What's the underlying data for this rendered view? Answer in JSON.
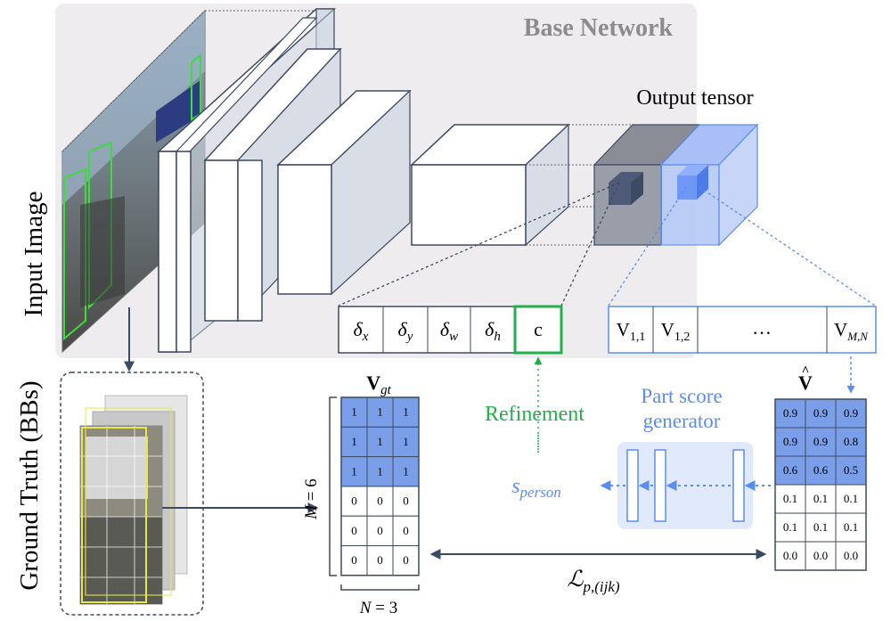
{
  "base_network": {
    "title": "Base Network"
  },
  "output_tensor": {
    "label": "Output tensor"
  },
  "input_image": {
    "label": "Input Image"
  },
  "ground_truth": {
    "label": "Ground Truth (BBs)"
  },
  "box_vector": {
    "delta_sym": "δ",
    "subs": [
      "x",
      "y",
      "w",
      "h"
    ],
    "c_label": "c"
  },
  "part_vector": {
    "cell1": "V",
    "sub1": "1,1",
    "cell2": "V",
    "sub2": "1,2",
    "ellipsis": "…",
    "cell_last": "V",
    "sub_last": "M,N"
  },
  "refinement": {
    "label": "Refinement"
  },
  "part_score_generator": {
    "line1": "Part score",
    "line2": "generator"
  },
  "s_person": {
    "s": "s",
    "sub": "person"
  },
  "vgt_matrix": {
    "label_main": "V",
    "label_sub": "gt",
    "rows": [
      [
        "1",
        "1",
        "1"
      ],
      [
        "1",
        "1",
        "1"
      ],
      [
        "1",
        "1",
        "1"
      ],
      [
        "0",
        "0",
        "0"
      ],
      [
        "0",
        "0",
        "0"
      ],
      [
        "0",
        "0",
        "0"
      ]
    ],
    "highlight_rows": 3
  },
  "vhat_matrix": {
    "label_main": "V",
    "rows": [
      [
        "0.9",
        "0.9",
        "0.9"
      ],
      [
        "0.9",
        "0.9",
        "0.8"
      ],
      [
        "0.6",
        "0.6",
        "0.5"
      ],
      [
        "0.1",
        "0.1",
        "0.1"
      ],
      [
        "0.1",
        "0.1",
        "0.1"
      ],
      [
        "0.0",
        "0.0",
        "0.0"
      ]
    ],
    "highlight_rows": 3
  },
  "m_label": {
    "var": "M",
    "eq": " = 6"
  },
  "n_label": {
    "var": "N",
    "eq": " = 3"
  },
  "loss_label": {
    "main": "ℒ",
    "sub": "p,(ijk)"
  },
  "colors": {
    "blue_fill": "#7a9fe8",
    "green": "#22b04a",
    "dark_arrow": "#3d4a63",
    "light_blue": "#5b8df0"
  }
}
